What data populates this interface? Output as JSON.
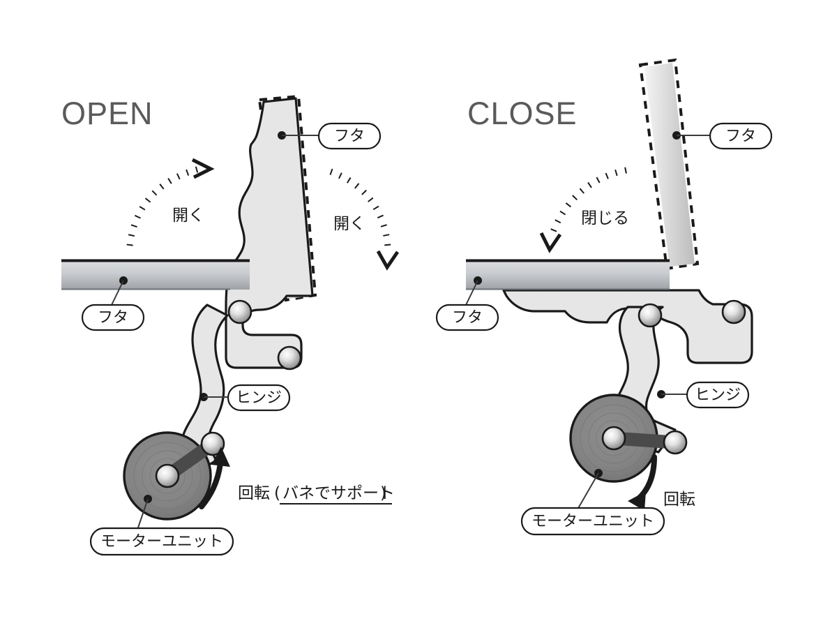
{
  "document": {
    "type": "mechanical-diagram",
    "description": "Two-panel technical illustration showing a motorized lid hinge mechanism in OPEN and CLOSE states",
    "background_color": "#ffffff"
  },
  "colors": {
    "title_gray": "#5a5a5a",
    "text_black": "#1a1a1a",
    "outline_black": "#1a1a1a",
    "hinge_fill": "#e6e6e6",
    "lid_fill_light": "#f2f2f2",
    "lid_fill_dark": "#b8b8b8",
    "panel_fill_light": "#d5d7da",
    "panel_fill_dark": "#9a9da1",
    "motor_fill": "#808080",
    "motor_fill_dark": "#6e6e6e",
    "arm_fill": "#4a4a4a",
    "callout_stroke": "#1a1a1a",
    "callout_fill": "#ffffff",
    "leader_line": "#3a3a3a"
  },
  "panels": [
    {
      "id": "open",
      "title": "OPEN",
      "motion_arrows": [
        {
          "id": "open-arrow-left",
          "label": "開く"
        },
        {
          "id": "open-arrow-right",
          "label": "開く"
        }
      ],
      "rotation": {
        "label": "回転",
        "note_open_paren": "(",
        "note": "バネでサポート",
        "note_close_paren": ")",
        "note_underlined": true
      },
      "callouts": [
        {
          "id": "open-lid-tilted",
          "label": "フタ"
        },
        {
          "id": "open-lid-panel",
          "label": "フタ"
        },
        {
          "id": "open-hinge",
          "label": "ヒンジ"
        },
        {
          "id": "open-motor",
          "label": "モーターユニット"
        }
      ]
    },
    {
      "id": "close",
      "title": "CLOSE",
      "motion_arrows": [
        {
          "id": "close-arrow",
          "label": "閉じる"
        }
      ],
      "rotation": {
        "label": "回転",
        "note_open_paren": "",
        "note": "",
        "note_close_paren": "",
        "note_underlined": false
      },
      "callouts": [
        {
          "id": "close-lid-tilted",
          "label": "フタ"
        },
        {
          "id": "close-lid-panel",
          "label": "フタ"
        },
        {
          "id": "close-hinge",
          "label": "ヒンジ"
        },
        {
          "id": "close-motor",
          "label": "モーターユニット"
        }
      ]
    }
  ],
  "glossary": {
    "futa": "フタ",
    "hinge": "ヒンジ",
    "motor_unit": "モーターユニット",
    "rotate": "回転",
    "open_verb": "開く",
    "close_verb": "閉じる",
    "spring_support": "バネでサポート"
  }
}
